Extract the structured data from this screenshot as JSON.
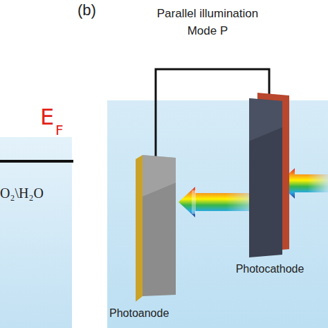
{
  "diagram": {
    "nodes": [
      {
        "text": [
          "Photoanode"
        ]
      },
      {
        "text": [
          "Photocathode"
        ]
      }
    ],
    "edges": [
      {
        "from": 0,
        "to": 1,
        "arrow": "none"
      }
    ],
    "labels": [
      "E",
      "F",
      "O₂\\H₂O",
      "(b)",
      "Parallel illumination",
      "Mode P"
    ]
  }
}
